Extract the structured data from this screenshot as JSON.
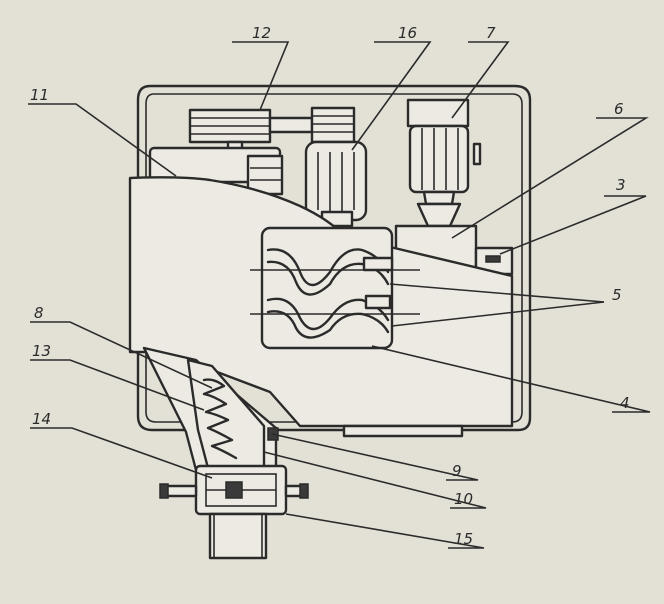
{
  "labels": {
    "l1": "12",
    "l2": "16",
    "l3": "7",
    "l4": "11",
    "l5": "6",
    "l6": "3",
    "l7": "5",
    "l8": "8",
    "l9": "13",
    "l10": "4",
    "l11": "14",
    "l12": "9",
    "l13": "10",
    "l14": "15"
  }
}
